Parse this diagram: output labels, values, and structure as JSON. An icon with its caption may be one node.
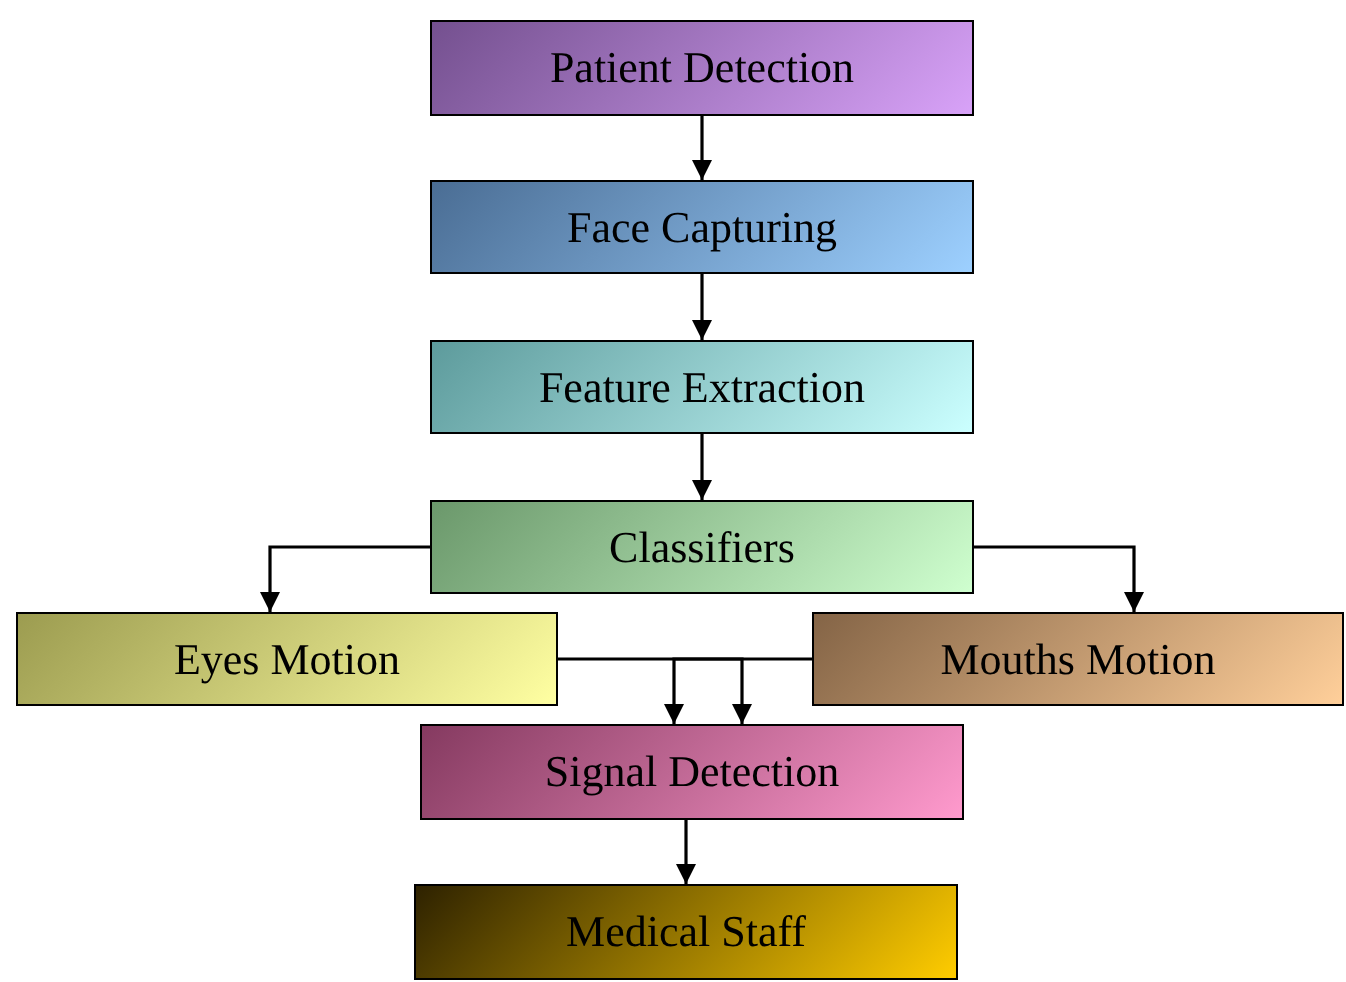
{
  "diagram": {
    "nodes": [
      {
        "text": [
          "Patient Detection"
        ]
      },
      {
        "text": [
          "Face Capturing"
        ]
      },
      {
        "text": [
          "Feature Extraction"
        ]
      },
      {
        "text": [
          "Classifiers"
        ]
      },
      {
        "text": [
          "Eyes Motion"
        ]
      },
      {
        "text": [
          "Mouths Motion"
        ]
      },
      {
        "text": [
          "Signal Detection"
        ]
      },
      {
        "text": [
          "Medical Staff"
        ]
      }
    ],
    "edges": [
      {
        "from": 0,
        "to": 1,
        "arrow": "to"
      },
      {
        "from": 1,
        "to": 2,
        "arrow": "to"
      },
      {
        "from": 2,
        "to": 3,
        "arrow": "to"
      },
      {
        "from": 3,
        "to": 4,
        "arrow": "to"
      },
      {
        "from": 3,
        "to": 5,
        "arrow": "to"
      },
      {
        "from": 4,
        "to": 6,
        "arrow": "to"
      },
      {
        "from": 5,
        "to": 6,
        "arrow": "to"
      },
      {
        "from": 6,
        "to": 7,
        "arrow": "to"
      }
    ]
  }
}
